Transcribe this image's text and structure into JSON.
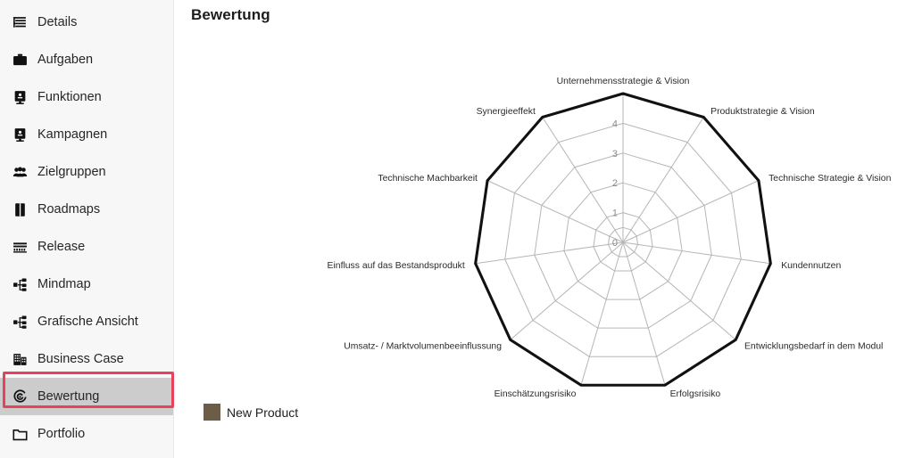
{
  "sidebar": {
    "items": [
      {
        "label": "Details",
        "icon": "list-lines-icon",
        "selected": false
      },
      {
        "label": "Aufgaben",
        "icon": "briefcase-icon",
        "selected": false
      },
      {
        "label": "Funktionen",
        "icon": "monitor-icon",
        "selected": false
      },
      {
        "label": "Kampagnen",
        "icon": "monitor-icon",
        "selected": false
      },
      {
        "label": "Zielgruppen",
        "icon": "people-icon",
        "selected": false
      },
      {
        "label": "Roadmaps",
        "icon": "book-open-icon",
        "selected": false
      },
      {
        "label": "Release",
        "icon": "layers-lines-icon",
        "selected": false
      },
      {
        "label": "Mindmap",
        "icon": "sitemap-icon",
        "selected": false
      },
      {
        "label": "Grafische Ansicht",
        "icon": "sitemap-icon",
        "selected": false
      },
      {
        "label": "Business Case",
        "icon": "building-icon",
        "selected": false
      },
      {
        "label": "Bewertung",
        "icon": "target-icon",
        "selected": true
      },
      {
        "label": "Portfolio",
        "icon": "folder-icon",
        "selected": false
      }
    ],
    "selected_label": "Bewertung",
    "highlight_color": "#e8415c",
    "selected_bg": "#cccccc",
    "background": "#f7f7f7"
  },
  "main": {
    "title": "Bewertung"
  },
  "legend": {
    "items": [
      {
        "label": "New Product",
        "color": "#6b5d48"
      }
    ]
  },
  "chart_data": {
    "type": "radar",
    "title": "Bewertung",
    "categories": [
      "Unternehmensstrategie & Vision",
      "Produktstrategie & Vision",
      "Technische Strategie & Vision",
      "Kundennutzen",
      "Entwicklungsbedarf in dem Modul",
      "Erfolgsrisiko",
      "Einschätzungsrisiko",
      "Umsatz- / Marktvolumenbeeinflussung",
      "Einfluss auf das Bestandsprodukt",
      "Technische Machbarkeit",
      "Synergieeffekt"
    ],
    "series": [
      {
        "name": "New Product",
        "color": "#6b5d48",
        "values": [
          5,
          5,
          5,
          5,
          5,
          5,
          5,
          5,
          5,
          5,
          5
        ]
      }
    ],
    "tick_labels": [
      "0",
      "1",
      "2",
      "3",
      "4"
    ],
    "tick_values": [
      0,
      1,
      2,
      3,
      4
    ],
    "rlim": [
      0,
      5
    ],
    "grid": true,
    "legend_position": "bottom-left",
    "xlabel": "",
    "ylabel": ""
  }
}
